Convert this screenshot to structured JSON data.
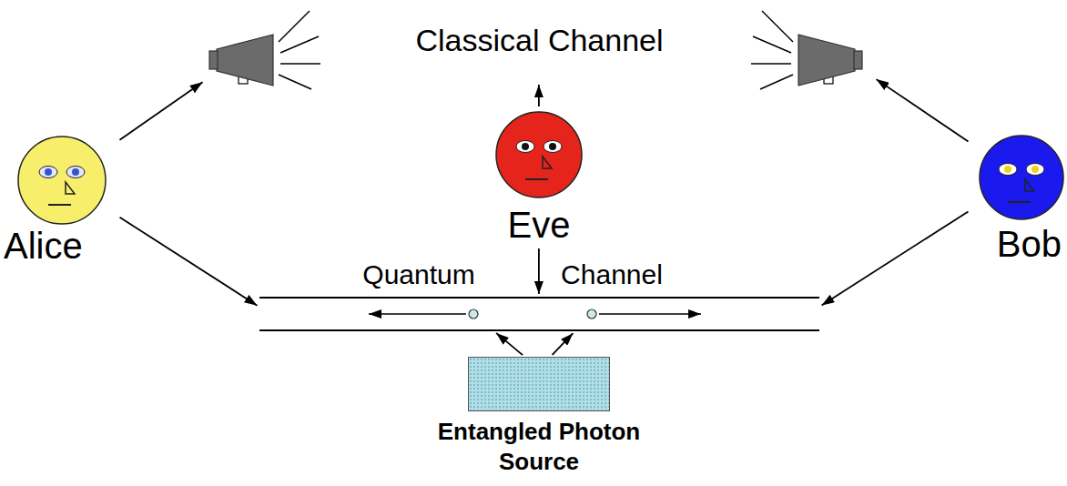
{
  "diagram": {
    "nodes": [
      {
        "text": [
          "Classical Channel"
        ]
      },
      {
        "text": [
          "Alice"
        ]
      },
      {
        "text": [
          "Eve"
        ]
      },
      {
        "text": [
          "Bob"
        ]
      },
      {
        "text": [
          "Quantum",
          "Channel"
        ]
      },
      {
        "text": [
          "Entangled Photon Source"
        ]
      }
    ],
    "edges": [
      {
        "from": 1,
        "to": 0,
        "arrow": "to"
      },
      {
        "from": 2,
        "to": 0,
        "arrow": "to"
      },
      {
        "from": 3,
        "to": 0,
        "arrow": "to"
      },
      {
        "from": 1,
        "to": 4,
        "arrow": "to"
      },
      {
        "from": 2,
        "to": 4,
        "arrow": "to"
      },
      {
        "from": 3,
        "to": 4,
        "arrow": "to"
      },
      {
        "from": 5,
        "to": 4,
        "arrow": "to"
      }
    ]
  }
}
